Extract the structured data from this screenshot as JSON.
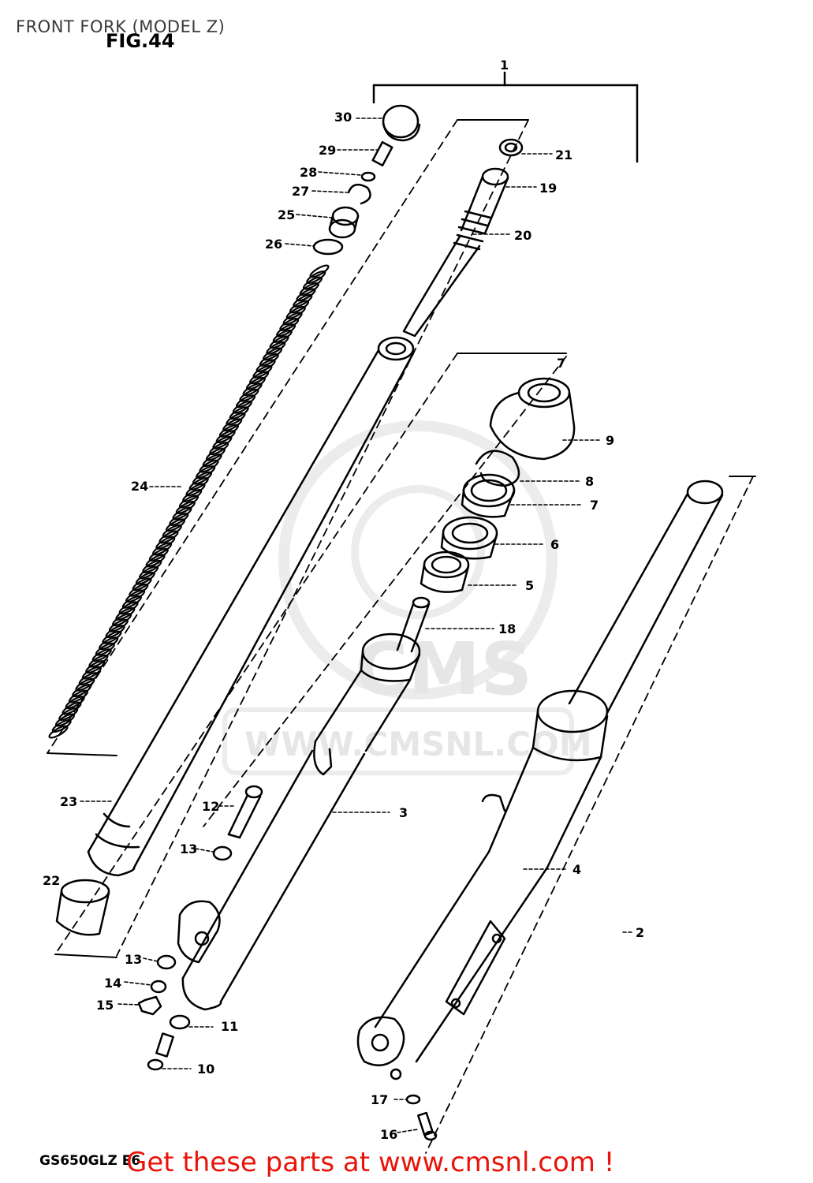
{
  "header": {
    "title": "FRONT FORK (MODEL Z)",
    "figure": "FIG.44"
  },
  "footer": {
    "model_code": "GS650GLZ E6",
    "promo": "Get these parts at www.cmsnl.com !"
  },
  "watermark": {
    "brand": "CMS",
    "url": "WWW.CMSNL.COM"
  },
  "colors": {
    "promo": "#e8140a",
    "line": "#000000",
    "watermark": "#e6e6e6"
  },
  "parts": [
    {
      "no": "1"
    },
    {
      "no": "2"
    },
    {
      "no": "3"
    },
    {
      "no": "4"
    },
    {
      "no": "5"
    },
    {
      "no": "6"
    },
    {
      "no": "7"
    },
    {
      "no": "7"
    },
    {
      "no": "8"
    },
    {
      "no": "9"
    },
    {
      "no": "10"
    },
    {
      "no": "11"
    },
    {
      "no": "12"
    },
    {
      "no": "13"
    },
    {
      "no": "13"
    },
    {
      "no": "14"
    },
    {
      "no": "15"
    },
    {
      "no": "16"
    },
    {
      "no": "17"
    },
    {
      "no": "18"
    },
    {
      "no": "19"
    },
    {
      "no": "20"
    },
    {
      "no": "21"
    },
    {
      "no": "22"
    },
    {
      "no": "23"
    },
    {
      "no": "24"
    },
    {
      "no": "25"
    },
    {
      "no": "26"
    },
    {
      "no": "27"
    },
    {
      "no": "28"
    },
    {
      "no": "29"
    },
    {
      "no": "30"
    }
  ]
}
